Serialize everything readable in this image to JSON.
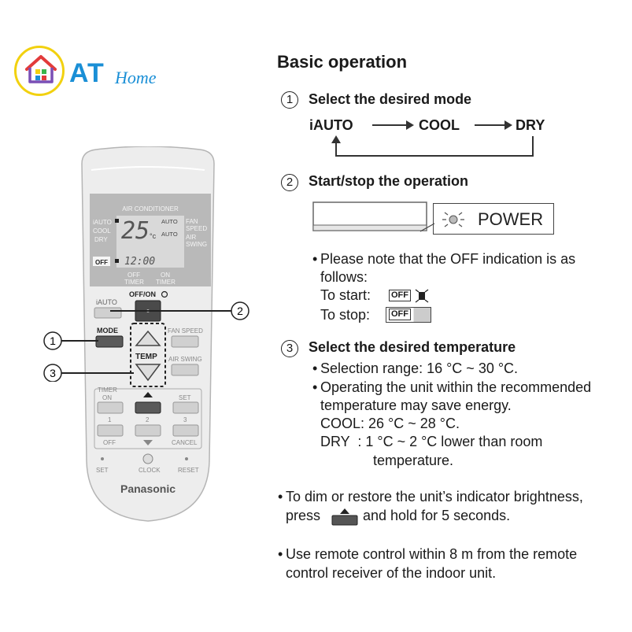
{
  "logo": {
    "at": "AT",
    "home": "Home"
  },
  "title": "Basic operation",
  "step1": {
    "num": "1",
    "heading": "Select the desired mode",
    "flow": [
      "iAUTO",
      "COOL",
      "DRY"
    ]
  },
  "step2": {
    "num": "2",
    "heading": "Start/stop the operation",
    "power_label": "POWER",
    "note_1": "Please note that the OFF indication is as",
    "note_2": "follows:",
    "to_start": "To start:",
    "to_stop": "To stop:",
    "off_badge": "OFF"
  },
  "step3": {
    "num": "3",
    "heading": "Select the desired temperature",
    "range": "Selection range: 16 °C ~ 30 °C.",
    "operate_1": "Operating the unit within the recommended",
    "operate_2": "temperature may save energy.",
    "cool": "COOL: 26 °C ~ 28 °C.",
    "dry_1": "DRY  : 1 °C ~ 2 °C lower than room",
    "dry_2": "temperature."
  },
  "dim": {
    "line1": "To dim or restore the unit’s indicator brightness,",
    "press": "press",
    "hold": "and hold for 5 seconds."
  },
  "range_note": {
    "line1": "Use remote control within 8 m from the remote",
    "line2": "control receiver of the indoor unit."
  },
  "remote": {
    "brand": "Panasonic",
    "display_title": "AIR CONDITIONER",
    "modes": [
      "iAUTO",
      "COOL",
      "DRY"
    ],
    "temp": "25",
    "unit": "°c",
    "auto1": "AUTO",
    "auto2": "AUTO",
    "fan": "FAN",
    "speed": "SPEED",
    "air": "AIR",
    "swing": "SWING",
    "off_tag": "OFF",
    "clock": "12:00",
    "off_timer_1": "OFF",
    "off_timer_2": "TIMER",
    "on_timer_1": "ON",
    "on_timer_2": "TIMER",
    "btn_iauto": "iAUTO",
    "btn_offon": "OFF/ON",
    "btn_mode": "MODE",
    "btn_fan_speed": "FAN SPEED",
    "btn_temp": "TEMP",
    "btn_air_swing": "AIR SWING",
    "timer_label": "TIMER",
    "timer_on": "ON",
    "timer_set": "SET",
    "timer_1": "1",
    "timer_2": "2",
    "timer_3": "3",
    "timer_off": "OFF",
    "timer_cancel": "CANCEL",
    "set": "SET",
    "clock_btn": "CLOCK",
    "reset": "RESET",
    "callout_1": "1",
    "callout_2": "2",
    "callout_3": "3"
  },
  "colors": {
    "accent_blue": "#1a8fd6",
    "logo_yellow": "#f2d10f"
  }
}
